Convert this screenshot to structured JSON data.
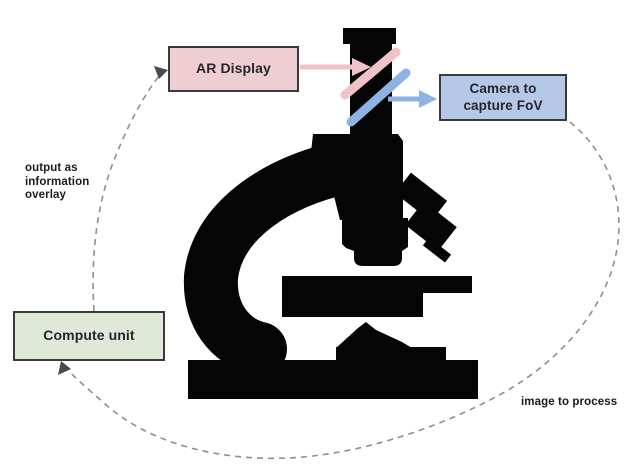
{
  "diagram": {
    "title_hint": "AR microscope processing loop",
    "nodes": {
      "ar_display": {
        "label": "AR Display",
        "fill": "#eeced3"
      },
      "camera": {
        "label": "Camera to capture FoV",
        "fill": "#b5c8e8"
      },
      "compute": {
        "label": "Compute unit",
        "fill": "#e0e9d8"
      }
    },
    "annotations": {
      "output_overlay": "output as information overlay",
      "image_to_process": "image to process"
    },
    "colors": {
      "pink_arrow": "#f1c3c9",
      "blue_arrow": "#8fb2e5",
      "dashed_line": "#8f8f8f",
      "arrowhead": "#4a4a4a",
      "silhouette": "#050505",
      "node_border": "#3a3a3a",
      "background": "#ffffff"
    }
  }
}
